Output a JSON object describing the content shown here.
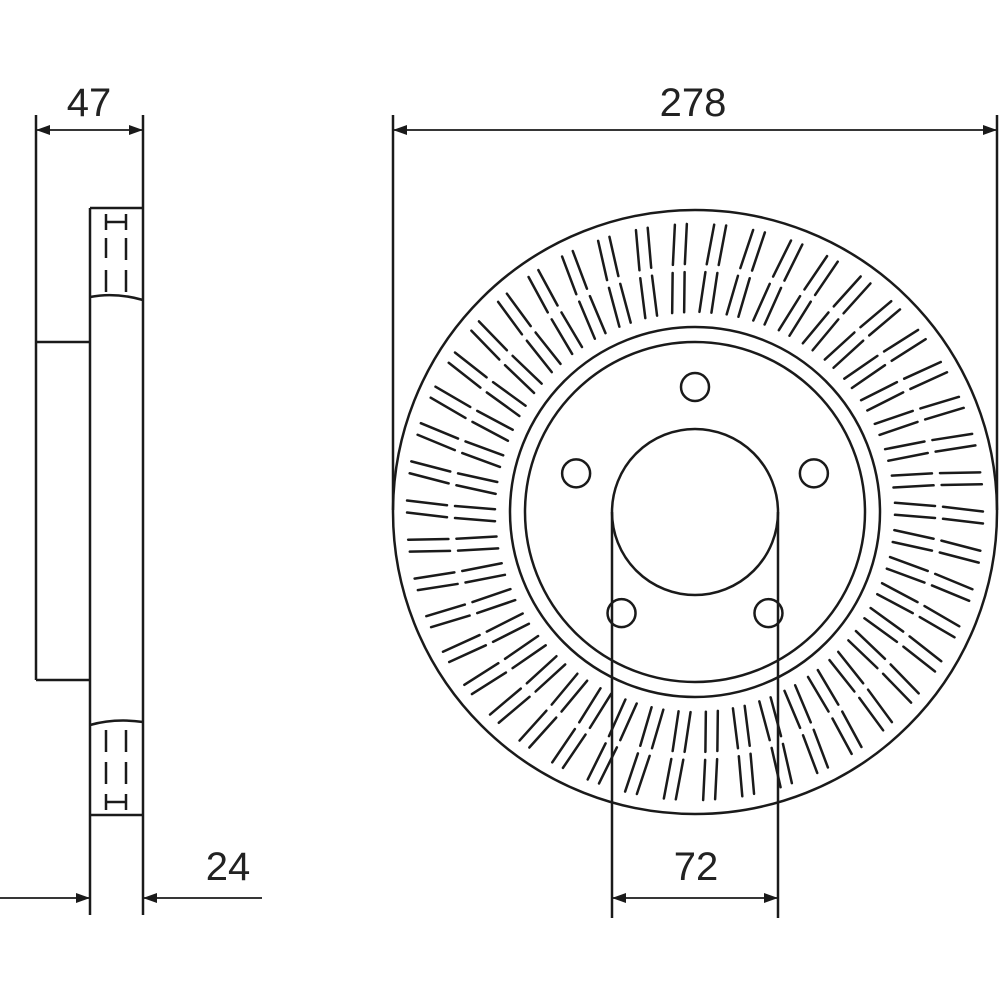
{
  "dimensions": {
    "overall_height": "47",
    "diameter": "278",
    "thickness": "24",
    "center_bore": "72"
  },
  "colors": {
    "line": "#1a1a1a",
    "background": "#ffffff"
  }
}
